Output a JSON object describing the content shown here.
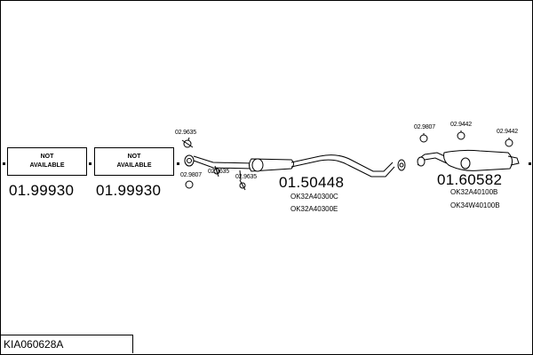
{
  "boxes": [
    {
      "line1": "NOT",
      "line2": "AVAILABLE"
    },
    {
      "line1": "NOT",
      "line2": "AVAILABLE"
    }
  ],
  "part_numbers": {
    "p1": "01.99930",
    "p2": "01.99930",
    "p3": "01.50448",
    "p4": "01.60582"
  },
  "oem_refs": {
    "mid_a": "OK32A40300C",
    "mid_b": "OK32A40300E",
    "rear_a": "OK32A40100B",
    "rear_b": "OK34W40100B"
  },
  "small_parts": {
    "a": "02.9635",
    "b": "02.9807",
    "c": "02.9635",
    "d": "02.9635",
    "e": "02.9807",
    "f": "02.9442",
    "g": "02.9442"
  },
  "footer": {
    "code": "KIA060628A"
  }
}
